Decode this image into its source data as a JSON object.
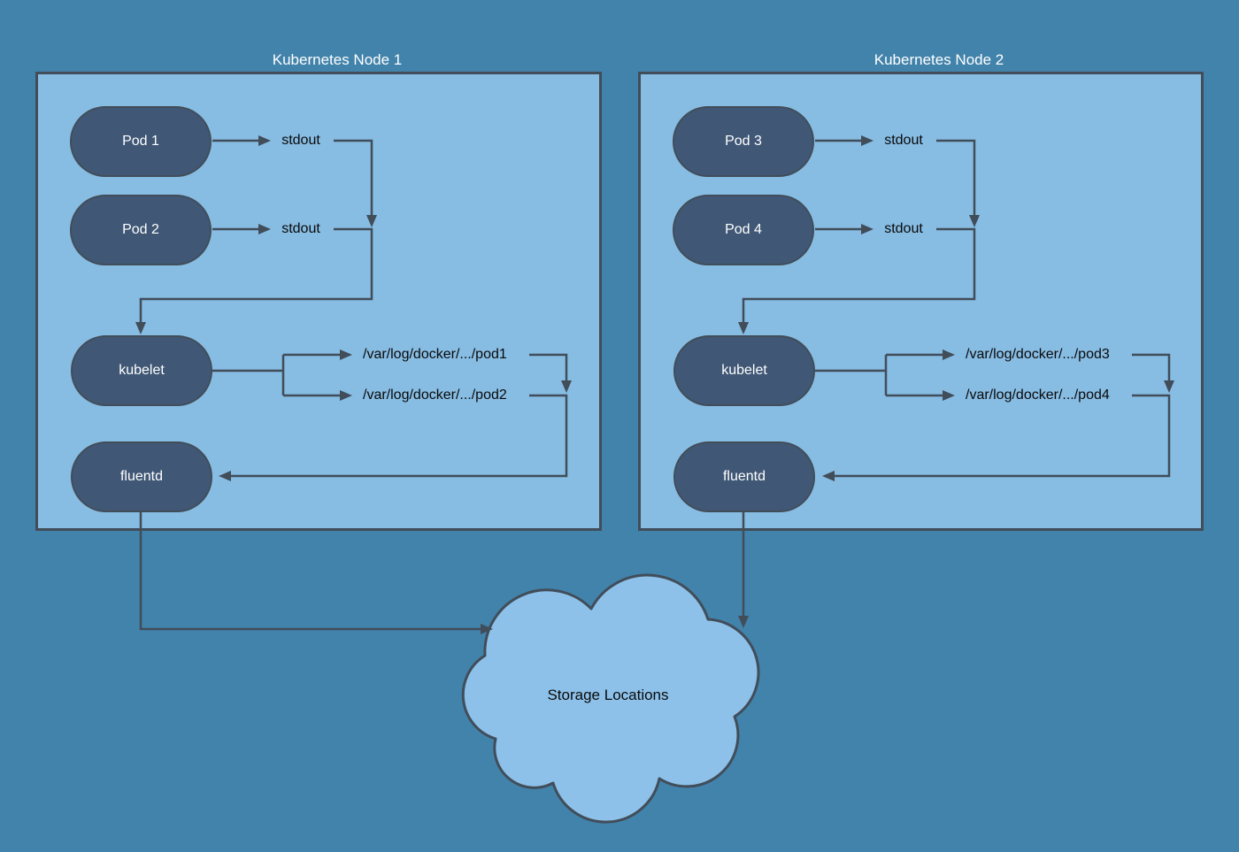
{
  "diagram_type": "kubernetes-node-logging-architecture",
  "colors": {
    "background": "#4283AB",
    "node_fill": "#87BCE3",
    "pod_fill": "#405876",
    "cloud_fill": "#8DC1E9",
    "stroke": "#414D59",
    "title_text": "#FFFFFF",
    "label_text": "#0A0A0A"
  },
  "nodes": [
    {
      "title": "Kubernetes Node 1",
      "pods": [
        {
          "label": "Pod 1"
        },
        {
          "label": "Pod 2"
        }
      ],
      "stdout1": "stdout",
      "stdout2": "stdout",
      "kubelet": "kubelet",
      "fluentd": "fluentd",
      "log_paths": [
        "/var/log/docker/.../pod1",
        "/var/log/docker/.../pod2"
      ]
    },
    {
      "title": "Kubernetes Node 2",
      "pods": [
        {
          "label": "Pod 3"
        },
        {
          "label": "Pod 4"
        }
      ],
      "stdout1": "stdout",
      "stdout2": "stdout",
      "kubelet": "kubelet",
      "fluentd": "fluentd",
      "log_paths": [
        "/var/log/docker/.../pod3",
        "/var/log/docker/.../pod4"
      ]
    }
  ],
  "storage": {
    "label": "Storage Locations"
  }
}
